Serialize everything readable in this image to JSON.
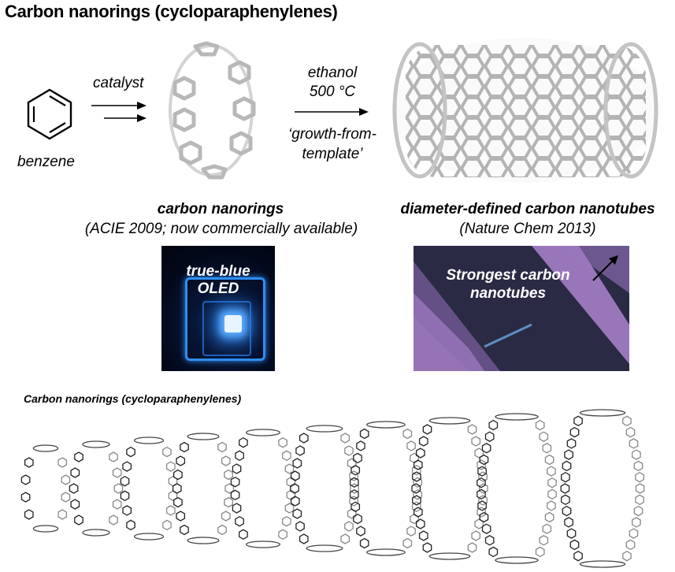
{
  "title": "Carbon nanorings (cycloparaphenylenes)",
  "scheme": {
    "benzene_label": "benzene",
    "step1_label": "catalyst",
    "step2_line1": "ethanol",
    "step2_line2": "500 °C",
    "step2_quote_line1": "‘growth-from-",
    "step2_quote_line2": "template’",
    "nanorings_title": "carbon nanorings",
    "nanorings_ref": "(ACIE 2009; now commercially available)",
    "nanotubes_title": "diameter-defined carbon nanotubes",
    "nanotubes_ref": "(Nature Chem 2013)"
  },
  "photos": {
    "oled_line1": "true-blue",
    "oled_line2": "OLED",
    "cnt_line1": "Strongest carbon",
    "cnt_line2": "nanotubes"
  },
  "series": {
    "title": "Carbon nanorings (cycloparaphenylenes)",
    "ring_count": 10
  },
  "colors": {
    "oled_blue": "#2f8df0",
    "cnt_purple": "#b58ad8",
    "ring_gray": "#9a9a9a"
  }
}
